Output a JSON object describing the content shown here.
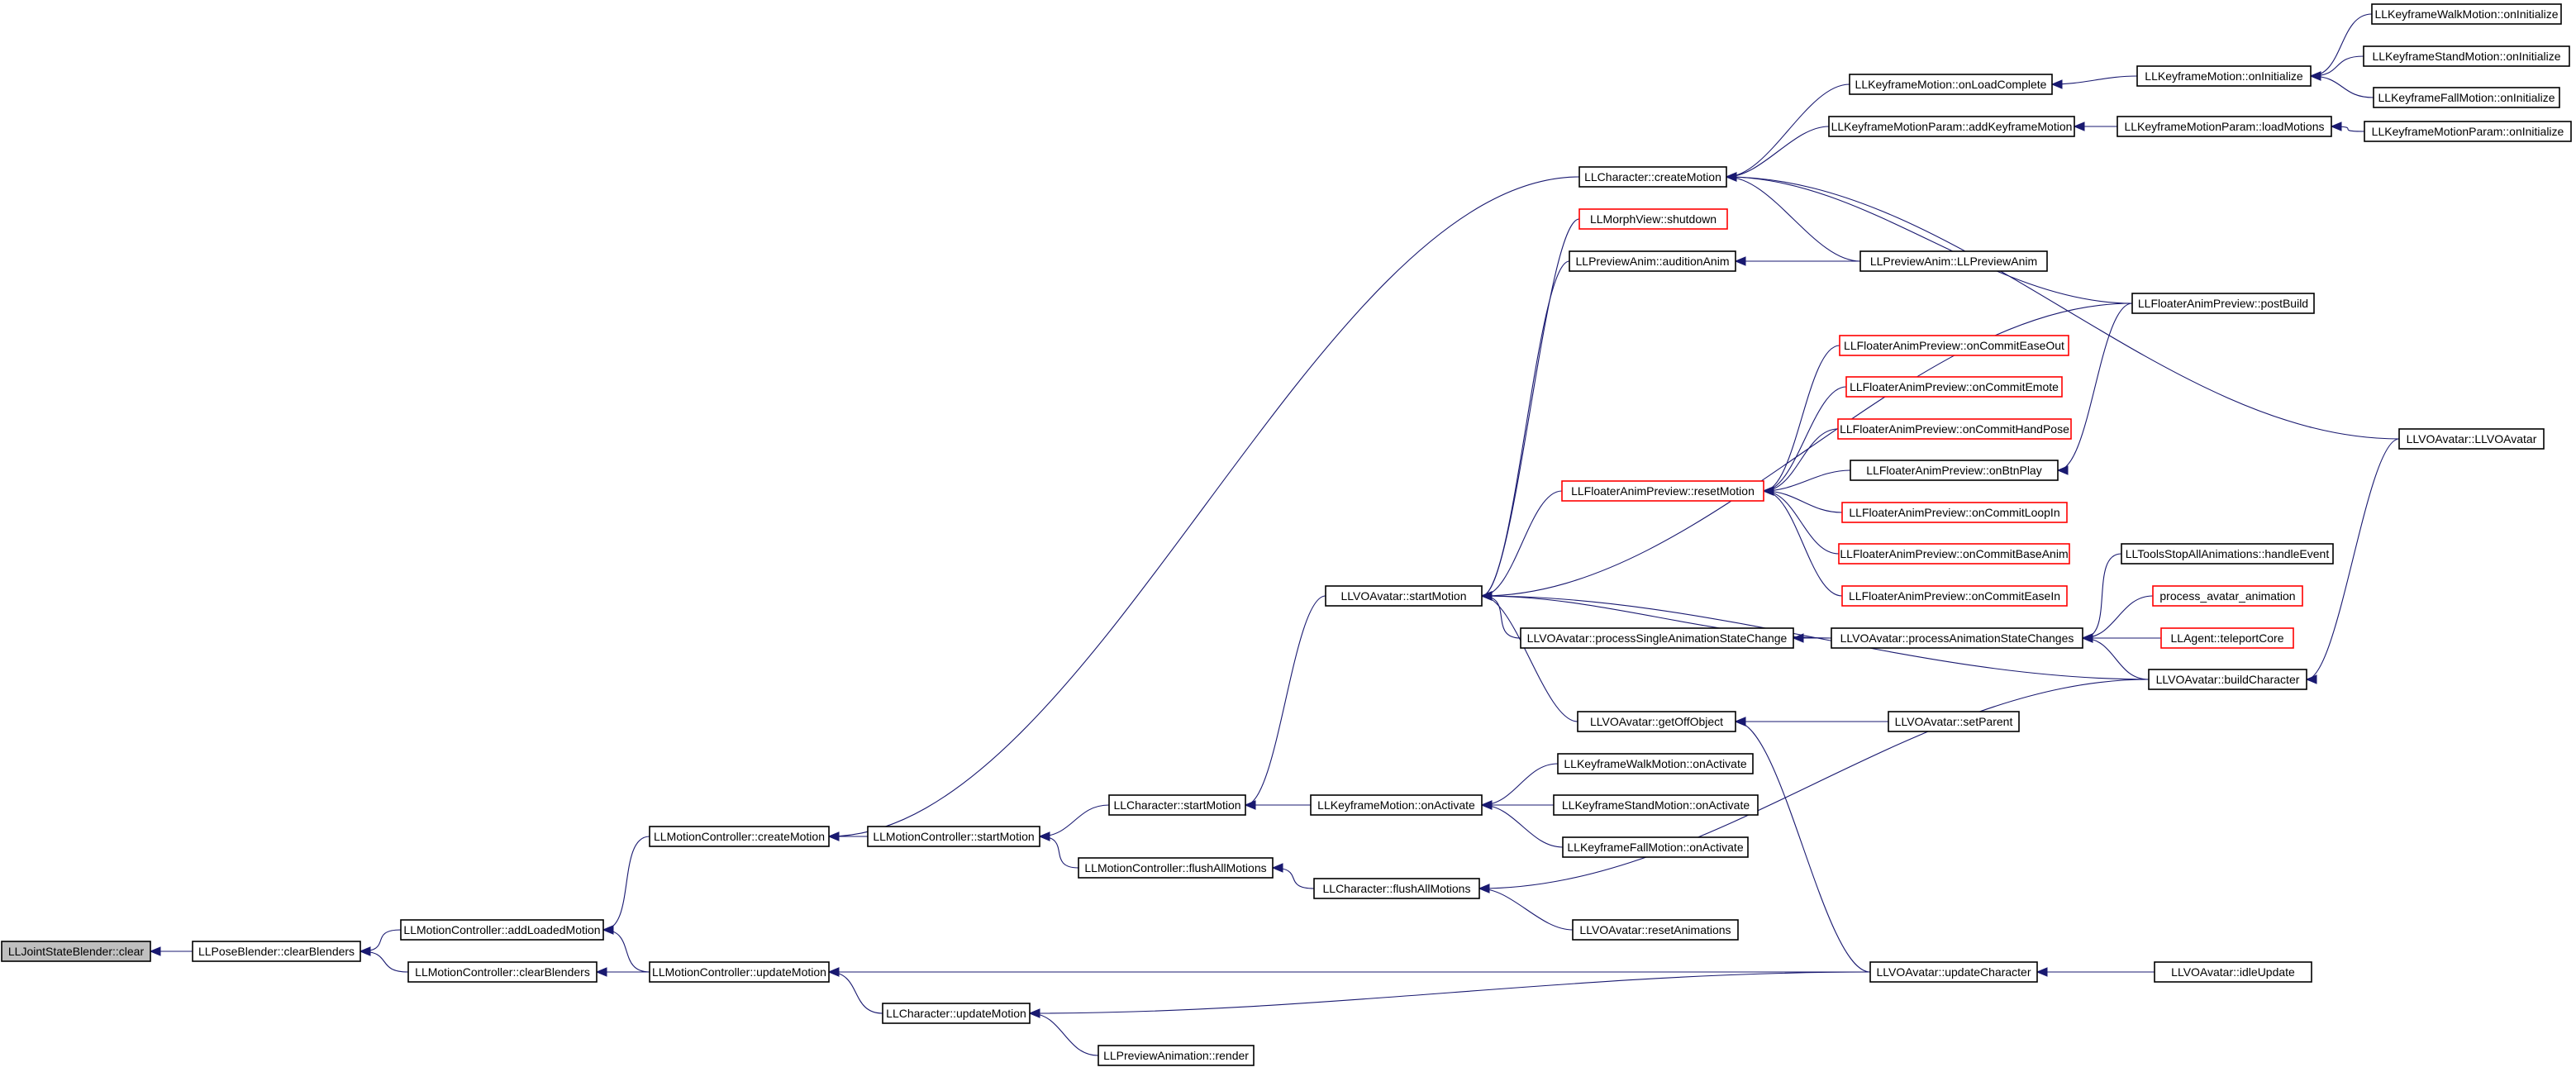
{
  "colors": {
    "edge": "#191970",
    "missing_border": "#ff0000",
    "current_fill": "#bfbfbf"
  },
  "nodes": [
    {
      "id": "n0",
      "label": "LLJointStateBlender::clear",
      "kind": "current"
    },
    {
      "id": "n1",
      "label": "LLPoseBlender::clearBlenders"
    },
    {
      "id": "n2",
      "label": "LLMotionController::addLoadedMotion"
    },
    {
      "id": "n3",
      "label": "LLMotionController::clearBlenders"
    },
    {
      "id": "n4",
      "label": "LLMotionController::createMotion"
    },
    {
      "id": "n5",
      "label": "LLMotionController::updateMotion"
    },
    {
      "id": "n6",
      "label": "LLMotionController::startMotion"
    },
    {
      "id": "n7",
      "label": "LLCharacter::updateMotion"
    },
    {
      "id": "n8",
      "label": "LLPreviewAnimation::render"
    },
    {
      "id": "n9",
      "label": "LLCharacter::startMotion"
    },
    {
      "id": "n10",
      "label": "LLMotionController::flushAllMotions"
    },
    {
      "id": "n11",
      "label": "LLCharacter::flushAllMotions"
    },
    {
      "id": "n12",
      "label": "LLVOAvatar::resetAnimations"
    },
    {
      "id": "n13",
      "label": "LLKeyframeMotion::onActivate"
    },
    {
      "id": "n14",
      "label": "LLKeyframeWalkMotion::onActivate"
    },
    {
      "id": "n15",
      "label": "LLKeyframeStandMotion::onActivate"
    },
    {
      "id": "n16",
      "label": "LLKeyframeFallMotion::onActivate"
    },
    {
      "id": "n17",
      "label": "LLVOAvatar::startMotion"
    },
    {
      "id": "n18",
      "label": "LLVOAvatar::processSingleAnimationStateChange"
    },
    {
      "id": "n19",
      "label": "LLVOAvatar::getOffObject"
    },
    {
      "id": "n20",
      "label": "LLVOAvatar::setParent"
    },
    {
      "id": "n21",
      "label": "LLVOAvatar::updateCharacter"
    },
    {
      "id": "n22",
      "label": "LLVOAvatar::idleUpdate"
    },
    {
      "id": "n23",
      "label": "LLVOAvatar::processAnimationStateChanges"
    },
    {
      "id": "n24",
      "label": "LLToolsStopAllAnimations::handleEvent"
    },
    {
      "id": "n25",
      "label": "process_avatar_animation",
      "kind": "red"
    },
    {
      "id": "n26",
      "label": "LLAgent::teleportCore",
      "kind": "red"
    },
    {
      "id": "n27",
      "label": "LLVOAvatar::buildCharacter"
    },
    {
      "id": "n28",
      "label": "LLVOAvatar::LLVOAvatar"
    },
    {
      "id": "n29",
      "label": "LLFloaterAnimPreview::resetMotion",
      "kind": "red"
    },
    {
      "id": "n30",
      "label": "LLFloaterAnimPreview::onCommitEaseOut",
      "kind": "red"
    },
    {
      "id": "n31",
      "label": "LLFloaterAnimPreview::onCommitEmote",
      "kind": "red"
    },
    {
      "id": "n32",
      "label": "LLFloaterAnimPreview::onCommitHandPose",
      "kind": "red"
    },
    {
      "id": "n33",
      "label": "LLFloaterAnimPreview::onBtnPlay"
    },
    {
      "id": "n34",
      "label": "LLFloaterAnimPreview::onCommitLoopIn",
      "kind": "red"
    },
    {
      "id": "n35",
      "label": "LLFloaterAnimPreview::onCommitBaseAnim",
      "kind": "red"
    },
    {
      "id": "n36",
      "label": "LLFloaterAnimPreview::onCommitEaseIn",
      "kind": "red"
    },
    {
      "id": "n37",
      "label": "LLFloaterAnimPreview::postBuild"
    },
    {
      "id": "n38",
      "label": "LLMorphView::shutdown",
      "kind": "red"
    },
    {
      "id": "n39",
      "label": "LLPreviewAnim::auditionAnim"
    },
    {
      "id": "n40",
      "label": "LLPreviewAnim::LLPreviewAnim"
    },
    {
      "id": "n41",
      "label": "LLCharacter::createMotion"
    },
    {
      "id": "n42",
      "label": "LLKeyframeMotion::onLoadComplete"
    },
    {
      "id": "n43",
      "label": "LLKeyframeMotion::onInitialize"
    },
    {
      "id": "n44",
      "label": "LLKeyframeWalkMotion::onInitialize"
    },
    {
      "id": "n45",
      "label": "LLKeyframeStandMotion::onInitialize"
    },
    {
      "id": "n46",
      "label": "LLKeyframeFallMotion::onInitialize"
    },
    {
      "id": "n47",
      "label": "LLKeyframeMotionParam::addKeyframeMotion"
    },
    {
      "id": "n48",
      "label": "LLKeyframeMotionParam::loadMotions"
    },
    {
      "id": "n49",
      "label": "LLKeyframeMotionParam::onInitialize"
    }
  ],
  "edges": [
    [
      "n1",
      "n0"
    ],
    [
      "n2",
      "n1"
    ],
    [
      "n3",
      "n1"
    ],
    [
      "n4",
      "n2"
    ],
    [
      "n5",
      "n2"
    ],
    [
      "n5",
      "n3"
    ],
    [
      "n6",
      "n4"
    ],
    [
      "n41",
      "n4"
    ],
    [
      "n7",
      "n5"
    ],
    [
      "n21",
      "n5"
    ],
    [
      "n9",
      "n6"
    ],
    [
      "n10",
      "n6"
    ],
    [
      "n8",
      "n7"
    ],
    [
      "n21",
      "n7"
    ],
    [
      "n13",
      "n9"
    ],
    [
      "n17",
      "n9"
    ],
    [
      "n11",
      "n10"
    ],
    [
      "n12",
      "n11"
    ],
    [
      "n27",
      "n11"
    ],
    [
      "n14",
      "n13"
    ],
    [
      "n15",
      "n13"
    ],
    [
      "n16",
      "n13"
    ],
    [
      "n18",
      "n17"
    ],
    [
      "n19",
      "n17"
    ],
    [
      "n23",
      "n17"
    ],
    [
      "n27",
      "n17"
    ],
    [
      "n29",
      "n17"
    ],
    [
      "n37",
      "n17"
    ],
    [
      "n38",
      "n17"
    ],
    [
      "n39",
      "n17"
    ],
    [
      "n23",
      "n18"
    ],
    [
      "n20",
      "n19"
    ],
    [
      "n21",
      "n19"
    ],
    [
      "n22",
      "n21"
    ],
    [
      "n24",
      "n23"
    ],
    [
      "n25",
      "n23"
    ],
    [
      "n26",
      "n23"
    ],
    [
      "n27",
      "n23"
    ],
    [
      "n28",
      "n27"
    ],
    [
      "n30",
      "n29"
    ],
    [
      "n31",
      "n29"
    ],
    [
      "n32",
      "n29"
    ],
    [
      "n33",
      "n29"
    ],
    [
      "n34",
      "n29"
    ],
    [
      "n35",
      "n29"
    ],
    [
      "n36",
      "n29"
    ],
    [
      "n37",
      "n33"
    ],
    [
      "n40",
      "n39"
    ],
    [
      "n42",
      "n41"
    ],
    [
      "n47",
      "n41"
    ],
    [
      "n40",
      "n41"
    ],
    [
      "n37",
      "n41"
    ],
    [
      "n28",
      "n41"
    ],
    [
      "n43",
      "n42"
    ],
    [
      "n44",
      "n43"
    ],
    [
      "n45",
      "n43"
    ],
    [
      "n46",
      "n43"
    ],
    [
      "n48",
      "n47"
    ],
    [
      "n49",
      "n48"
    ]
  ]
}
